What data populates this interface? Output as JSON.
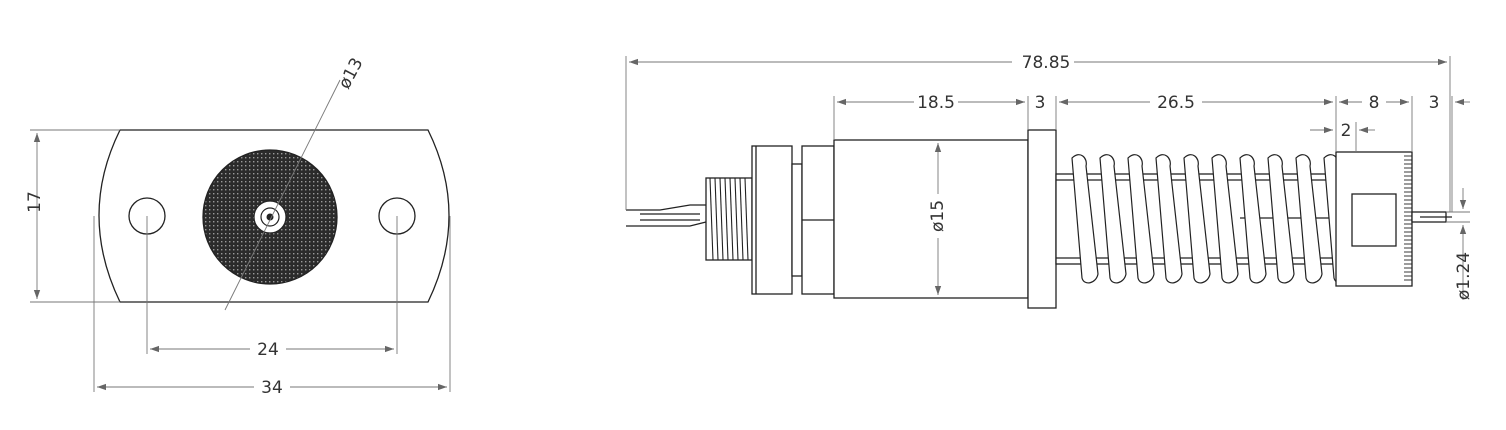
{
  "front_view": {
    "dims": {
      "diameter": "ø13",
      "height": "17",
      "hole_spacing": "24",
      "width": "34"
    }
  },
  "side_view": {
    "dims": {
      "overall_length": "78.85",
      "body_length": "18.5",
      "collar_width": "3",
      "spring_length": "26.5",
      "cap_length": "8",
      "tip_length": "3",
      "cap_step": "2",
      "body_diameter": "ø15",
      "tip_diameter": "ø1.24"
    }
  },
  "colors": {
    "line": "#222222",
    "dim_line": "#777777",
    "mesh": "#2b2b2b"
  }
}
